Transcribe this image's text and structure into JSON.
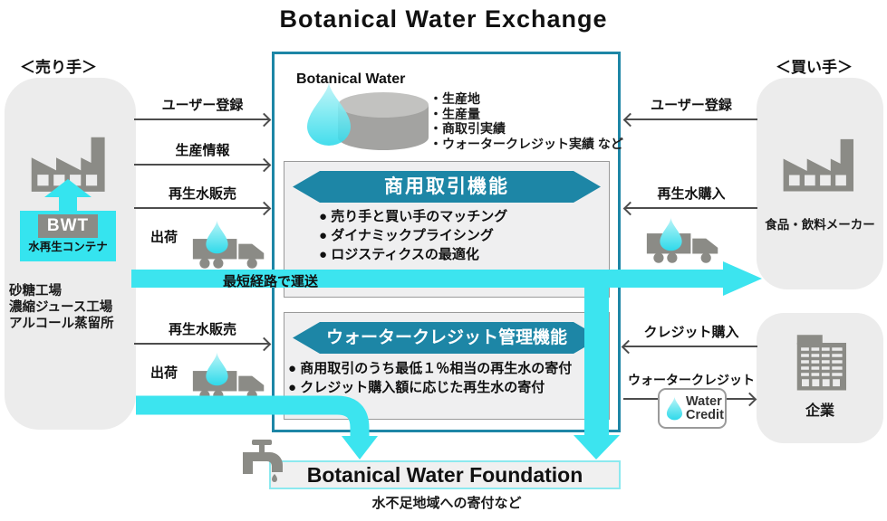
{
  "title": "Botanical Water Exchange",
  "seller": {
    "header": "＜売り手＞",
    "bwt": "BWT",
    "bwt_sub": "水再生コンテナ",
    "industries": [
      "砂糖工場",
      "濃縮ジュース工場",
      "アルコール蒸留所"
    ]
  },
  "buyer": {
    "header": "＜買い手＞",
    "maker": "食品・飲料メーカー",
    "company": "企業"
  },
  "flows_left": {
    "register": "ユーザー登録",
    "production": "生産情報",
    "sell": "再生水販売",
    "ship": "出荷",
    "sell2": "再生水販売",
    "ship2": "出荷"
  },
  "flows_right": {
    "register": "ユーザー登録",
    "purchase": "再生水購入",
    "credit_purchase": "クレジット購入",
    "water_credit": "ウォータークレジット"
  },
  "platform": {
    "db_title": "Botanical Water",
    "db_items": [
      "・生産地",
      "・生産量",
      "・商取引実績",
      "・ウォータークレジット実績 など"
    ],
    "trade": {
      "title": "商用取引機能",
      "items": [
        "● 売り手と買い手のマッチング",
        "● ダイナミックプライシング",
        "● ロジスティクスの最適化"
      ]
    },
    "credit": {
      "title": "ウォータークレジット管理機能",
      "items": [
        "● 商用取引のうち最低１％相当の再生水の寄付",
        "● クレジット購入額に応じた再生水の寄付"
      ]
    }
  },
  "transport": {
    "label": "最短経路で運送"
  },
  "credit_badge": {
    "line1": "Water",
    "line2": "Credit"
  },
  "foundation": {
    "title": "Botanical Water Foundation",
    "caption": "水不足地域への寄付など"
  },
  "colors": {
    "cyan": "#3ce4ef",
    "teal": "#1d86a6",
    "icon_gray": "#8b8b86"
  }
}
